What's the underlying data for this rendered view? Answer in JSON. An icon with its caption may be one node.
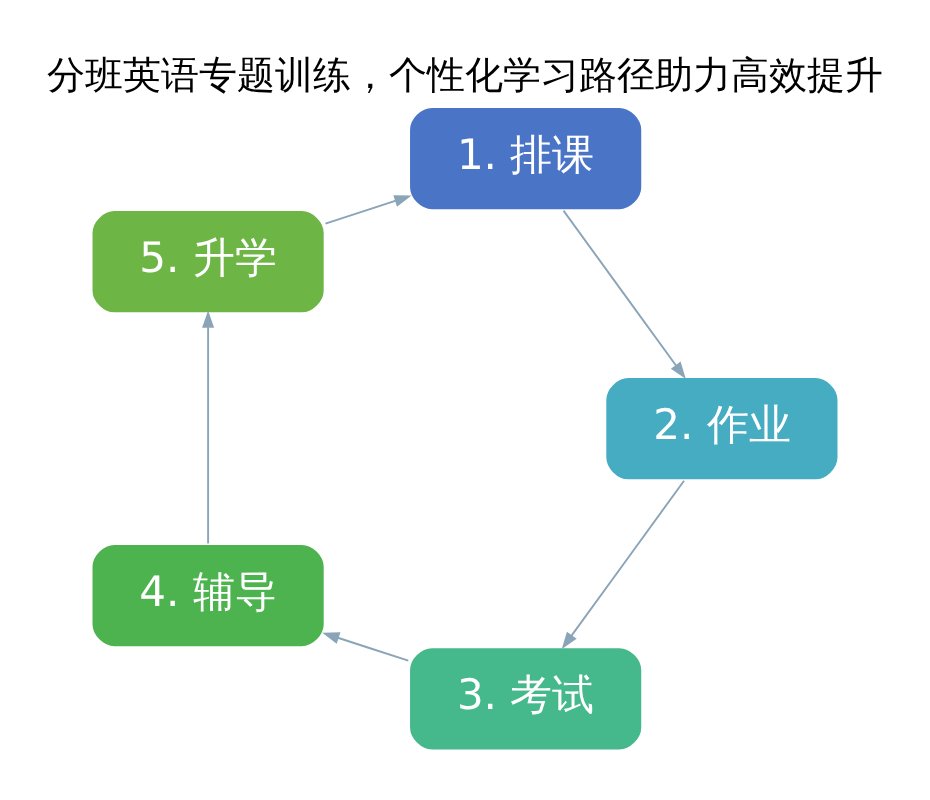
{
  "diagram": {
    "title": "分班英语专题训练，个性化学习路径助力高效提升",
    "nodes": [
      {
        "text": [
          "1. 排课"
        ]
      },
      {
        "text": [
          "2. 作业"
        ]
      },
      {
        "text": [
          "3. 考试"
        ]
      },
      {
        "text": [
          "4. 辅导"
        ]
      },
      {
        "text": [
          "5. 升学"
        ]
      }
    ],
    "edges": [
      {
        "from": 0,
        "to": 1,
        "arrow": "to"
      },
      {
        "from": 1,
        "to": 2,
        "arrow": "to"
      },
      {
        "from": 2,
        "to": 3,
        "arrow": "to"
      },
      {
        "from": 3,
        "to": 4,
        "arrow": "to"
      },
      {
        "from": 4,
        "to": 0,
        "arrow": "to"
      }
    ]
  }
}
